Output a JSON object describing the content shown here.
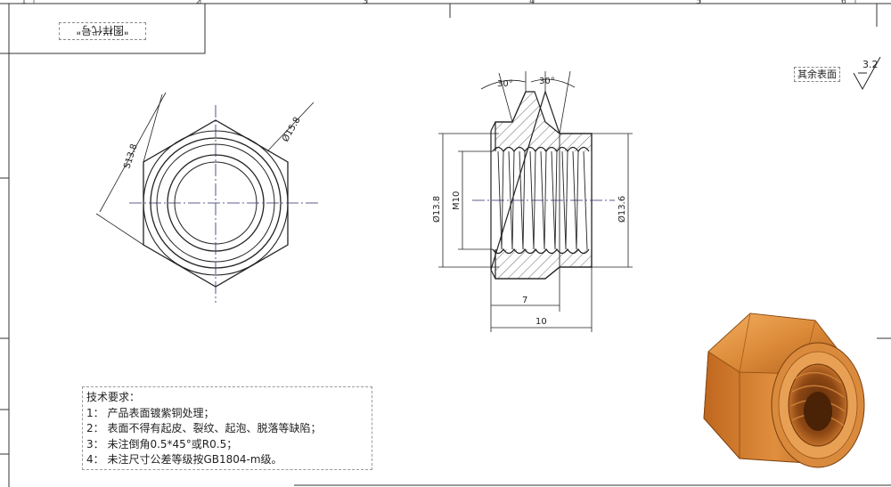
{
  "title_block": {
    "drawing_number": "\"图样代号\""
  },
  "zone_numbers": [
    "1",
    "2",
    "3",
    "4",
    "5",
    "6"
  ],
  "dimensions": {
    "across_flats": "S13.8",
    "outer_diameter": "Ø15.8",
    "chamfer_angle_left": "30°",
    "chamfer_angle_right": "30°",
    "collar_diameter": "Ø13.8",
    "thread": "M10",
    "body_diameter": "Ø13.6",
    "hex_length": "7",
    "total_length": "10"
  },
  "surface_finish": {
    "label": "其余表面",
    "value": "3.2"
  },
  "technical_requirements": {
    "title": "技术要求：",
    "items": [
      "1： 产品表面镀紫铜处理；",
      "2： 表面不得有起皮、裂纹、起泡、脱落等缺陷；",
      "3： 未注倒角0.5*45°或R0.5；",
      "4： 未注尺寸公差等级按GB1804-m级。"
    ]
  },
  "colors": {
    "line": "#222222",
    "center_line": "#2a2a6a",
    "copper_light": "#e59a45",
    "copper_mid": "#c87427",
    "copper_dark": "#8a4812"
  }
}
